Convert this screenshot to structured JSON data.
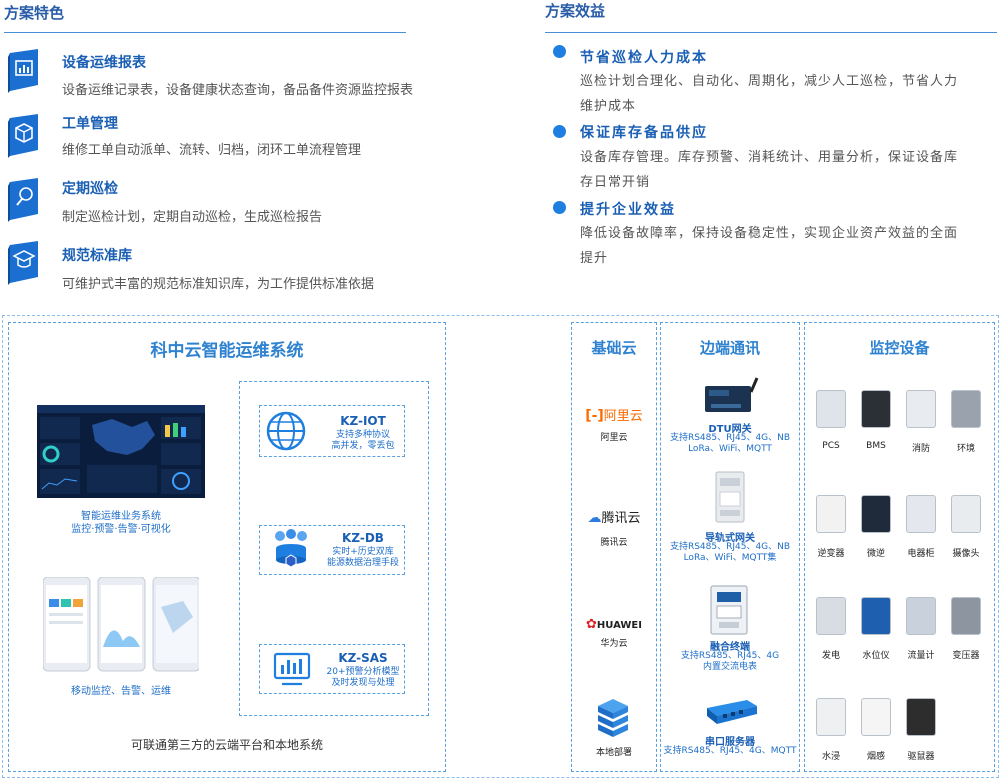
{
  "left_section": {
    "title": "方案特色",
    "features": [
      {
        "title": "设备运维报表",
        "desc": "设备运维记录表，设备健康状态查询，备品备件资源监控报表",
        "icon": "chart-report-icon"
      },
      {
        "title": "工单管理",
        "desc": "维修工单自动派单、流转、归档，闭环工单流程管理",
        "icon": "cube-icon"
      },
      {
        "title": "定期巡检",
        "desc": "制定巡检计划，定期自动巡检，生成巡检报告",
        "icon": "magnifier-icon"
      },
      {
        "title": "规范标准库",
        "desc": "可维护式丰富的规范标准知识库，为工作提供标准依据",
        "icon": "graduation-cap-icon"
      }
    ]
  },
  "right_section": {
    "title": "方案效益",
    "benefits": [
      {
        "title": "节省巡检人力成本",
        "desc": "巡检计划合理化、自动化、周期化，减少人工巡检，节省人力维护成本"
      },
      {
        "title": "保证库存备品供应",
        "desc": "设备库存管理。库存预警、消耗统计、用量分析，保证设备库存日常开销"
      },
      {
        "title": "提升企业效益",
        "desc": "降低设备故障率，保持设备稳定性，实现企业资产效益的全面提升"
      }
    ]
  },
  "diagram": {
    "system": {
      "title": "科中云智能运维系统",
      "dashboard_caption1": "智能运维业务系统",
      "dashboard_caption2": "监控·预警·告警·可视化",
      "mobile_caption": "移动监控、告警、运维",
      "footer": "可联通第三方的云端平台和本地系统",
      "modules": [
        {
          "name": "KZ-IOT",
          "line1": "支持多种协议",
          "line2": "高并发，零丢包",
          "icon": "globe-icon"
        },
        {
          "name": "KZ-DB",
          "line1": "实时+历史双库",
          "line2": "能源数据治理手段",
          "icon": "database-icon"
        },
        {
          "name": "KZ-SAS",
          "line1": "20+预警分析模型",
          "line2": "及时发现与处理",
          "icon": "analytics-icon"
        }
      ]
    },
    "cloud": {
      "title": "基础云",
      "items": [
        {
          "logo": "阿里云",
          "label": "阿里云"
        },
        {
          "logo": "腾讯云",
          "label": "腾讯云"
        },
        {
          "logo": "HUAWEI",
          "label": "华为云"
        },
        {
          "logo": "",
          "label": "本地部署"
        }
      ]
    },
    "edge": {
      "title": "边端通讯",
      "items": [
        {
          "name": "DTU网关",
          "line1": "支持RS485、RJ45、4G、NB",
          "line2": "LoRa、WiFi、MQTT"
        },
        {
          "name": "导轨式网关",
          "line1": "支持RS485、RJ45、4G、NB",
          "line2": "LoRa、WiFi、MQTT集"
        },
        {
          "name": "融合终端",
          "line1": "支持RS485、RJ45、4G",
          "line2": "内置交流电表"
        },
        {
          "name": "串口服务器",
          "line1": "支持RS485、RJ45、4G、MQTT",
          "line2": ""
        }
      ]
    },
    "monitor": {
      "title": "监控设备",
      "devices": [
        "PCS",
        "BMS",
        "消防",
        "环境",
        "逆变器",
        "微逆",
        "电器柜",
        "摄像头",
        "发电",
        "水位仪",
        "流量计",
        "变压器",
        "水浸",
        "烟感",
        "驱鼠器"
      ]
    }
  },
  "colors": {
    "accent": "#1e7fe0",
    "heading": "#2a5da8",
    "dashed": "#5aa0e0"
  }
}
